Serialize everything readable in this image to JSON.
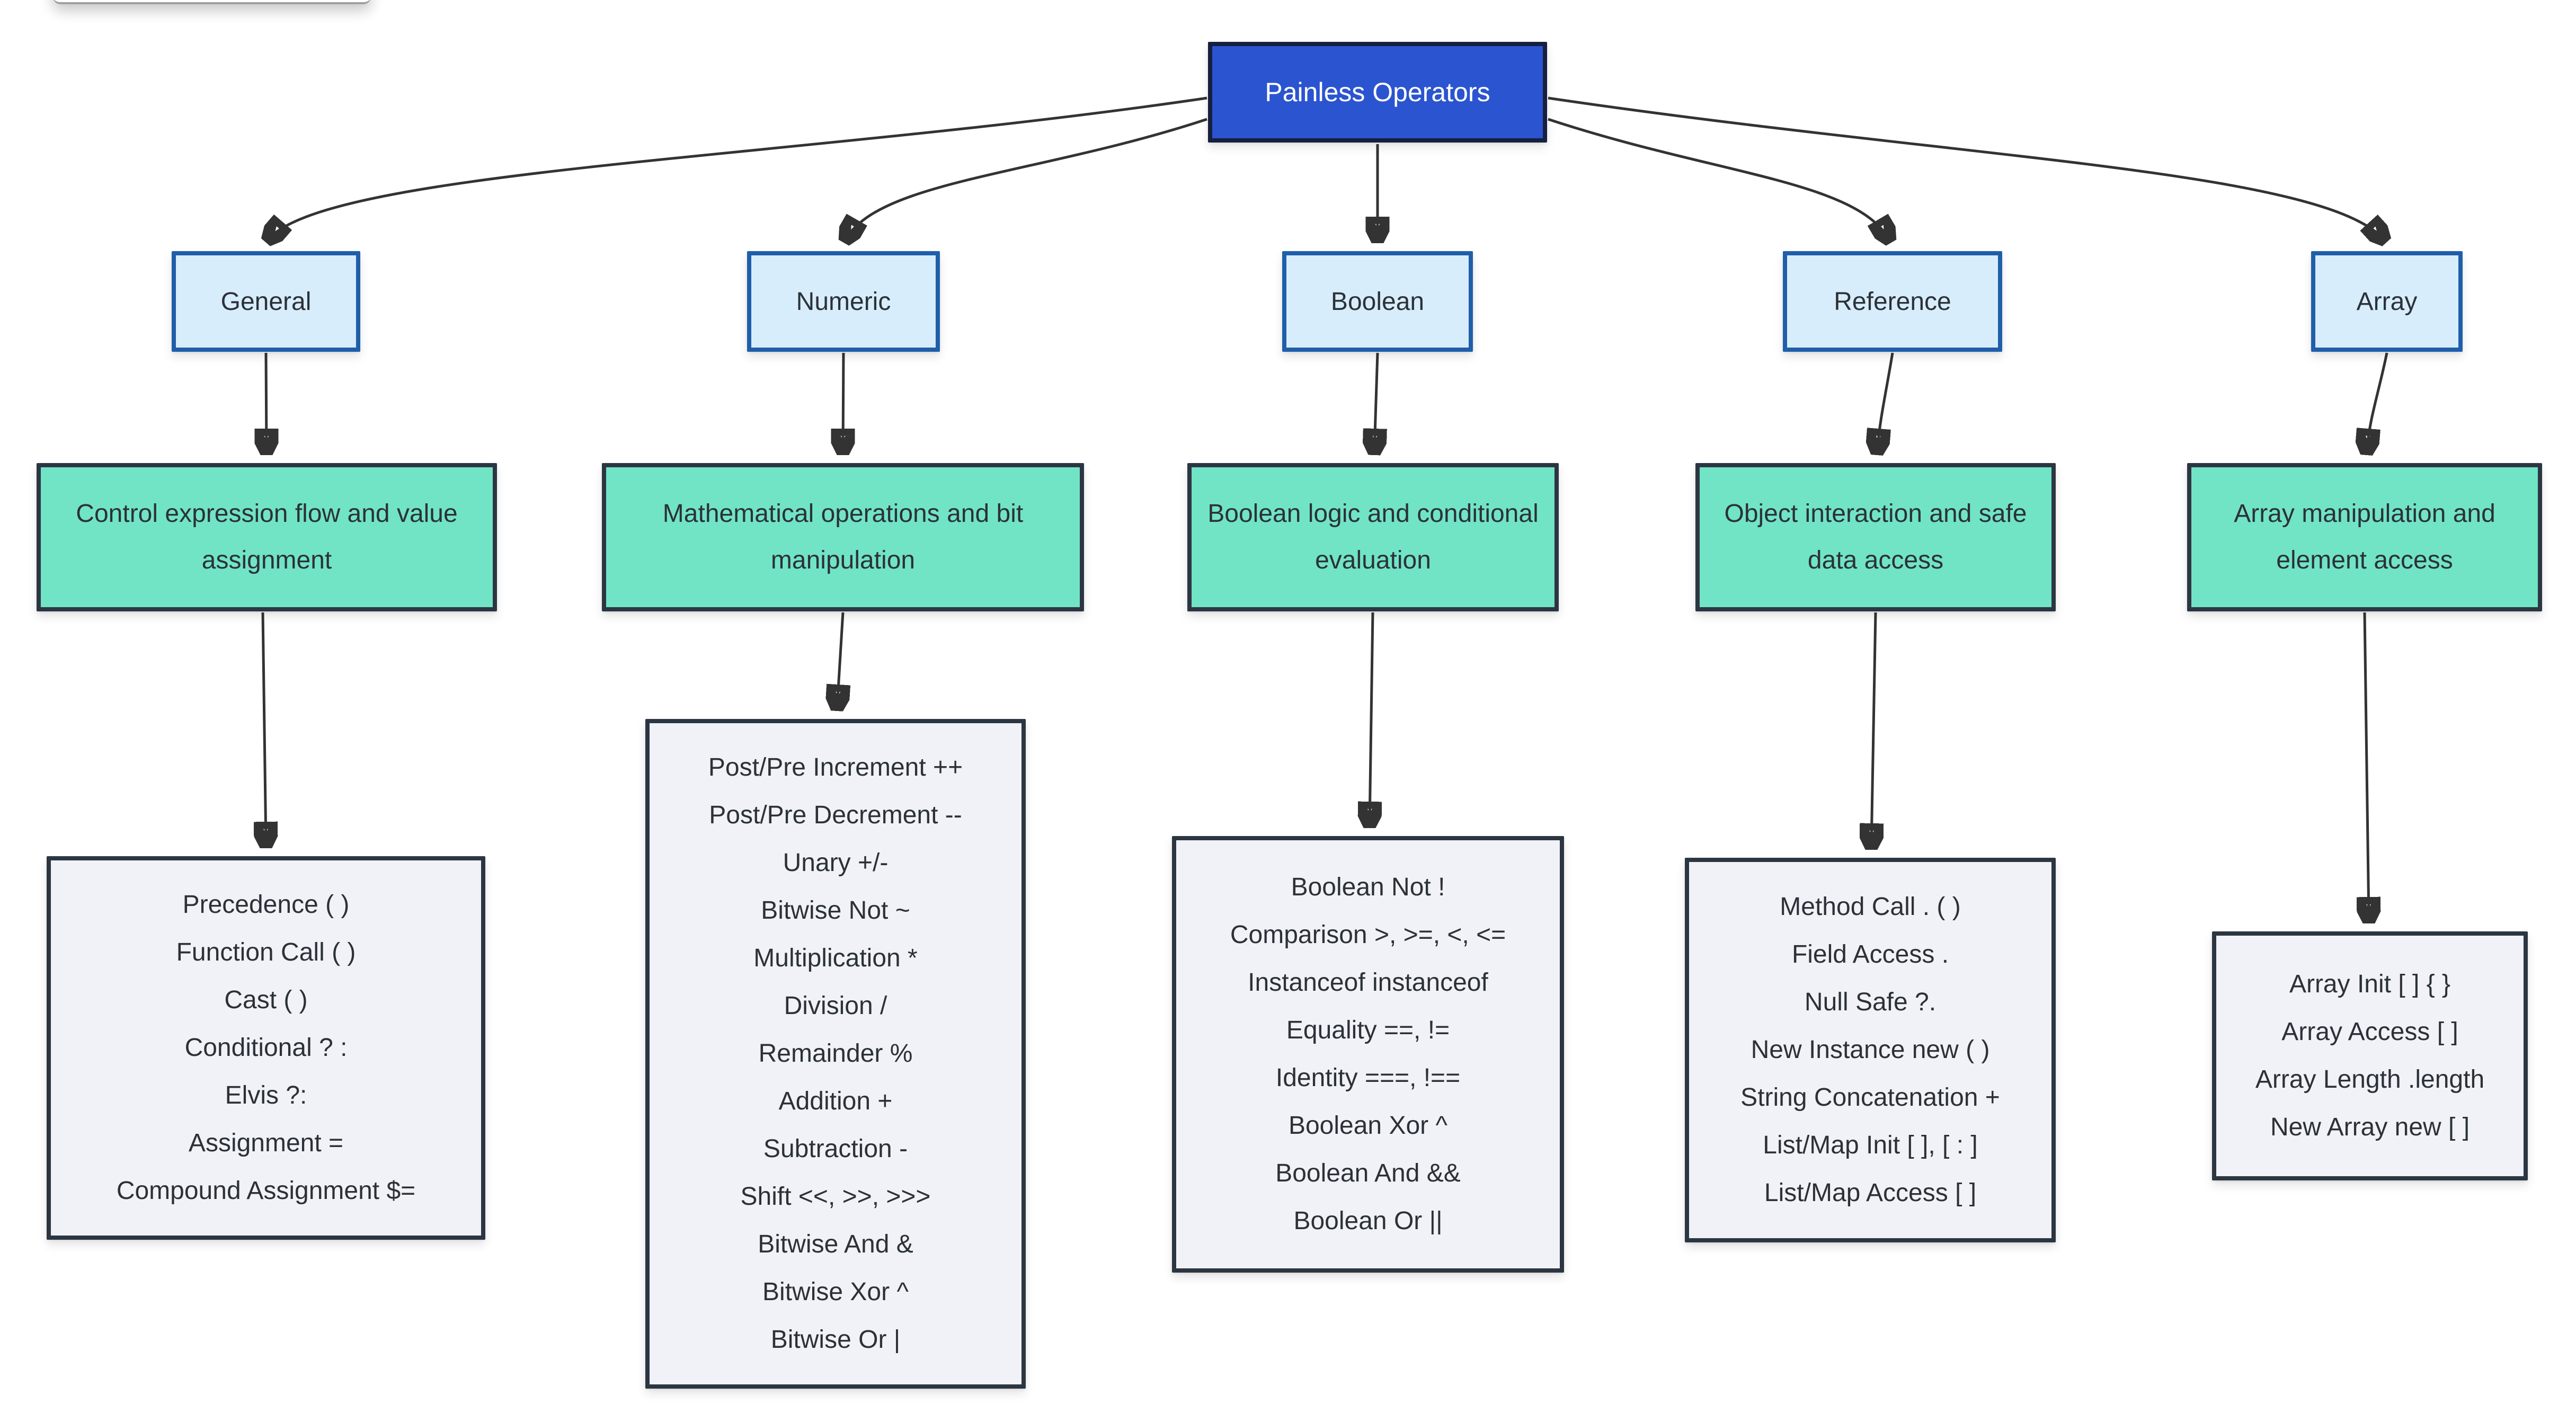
{
  "diagram": {
    "title": "Painless Operators",
    "root": {
      "label": "Painless Operators"
    },
    "columns": [
      {
        "id": "general",
        "category": "General",
        "summary": "Control expression flow and value assignment",
        "operators": [
          "Precedence ( )",
          "Function Call ( )",
          "Cast ( )",
          "Conditional ? :",
          "Elvis ?:",
          "Assignment =",
          "Compound Assignment $="
        ]
      },
      {
        "id": "numeric",
        "category": "Numeric",
        "summary": "Mathematical operations and bit manipulation",
        "operators": [
          "Post/Pre Increment ++",
          "Post/Pre Decrement --",
          "Unary +/-",
          "Bitwise Not ~",
          "Multiplication *",
          "Division /",
          "Remainder %",
          "Addition +",
          "Subtraction -",
          "Shift <<, >>, >>>",
          "Bitwise And &",
          "Bitwise Xor ^",
          "Bitwise Or |"
        ]
      },
      {
        "id": "boolean",
        "category": "Boolean",
        "summary": "Boolean logic and conditional evaluation",
        "operators": [
          "Boolean Not !",
          "Comparison >, >=, <, <=",
          "Instanceof instanceof",
          "Equality ==, !=",
          "Identity ===, !==",
          "Boolean Xor ^",
          "Boolean And &&",
          "Boolean Or ||"
        ]
      },
      {
        "id": "reference",
        "category": "Reference",
        "summary": "Object interaction and safe data access",
        "operators": [
          "Method Call . ( )",
          "Field Access .",
          "Null Safe ?.",
          "New Instance new ( )",
          "String Concatenation +",
          "List/Map Init [ ], [ : ]",
          "List/Map Access [ ]"
        ]
      },
      {
        "id": "array",
        "category": "Array",
        "summary": "Array manipulation and element access",
        "operators": [
          "Array Init [ ] { }",
          "Array Access [ ]",
          "Array Length .length",
          "New Array new [ ]"
        ]
      }
    ],
    "colors": {
      "root_fill": "#2b54d0",
      "root_border": "#151f3f",
      "root_text": "#ffffff",
      "category_fill": "#d8edfb",
      "category_border": "#1f5fa9",
      "summary_fill": "#71e4c6",
      "summary_border": "#2c3542",
      "detail_fill": "#f0f2f7",
      "detail_border": "#2c3542",
      "edge": "#333333",
      "text": "#2b3137",
      "background": "#ffffff"
    }
  }
}
